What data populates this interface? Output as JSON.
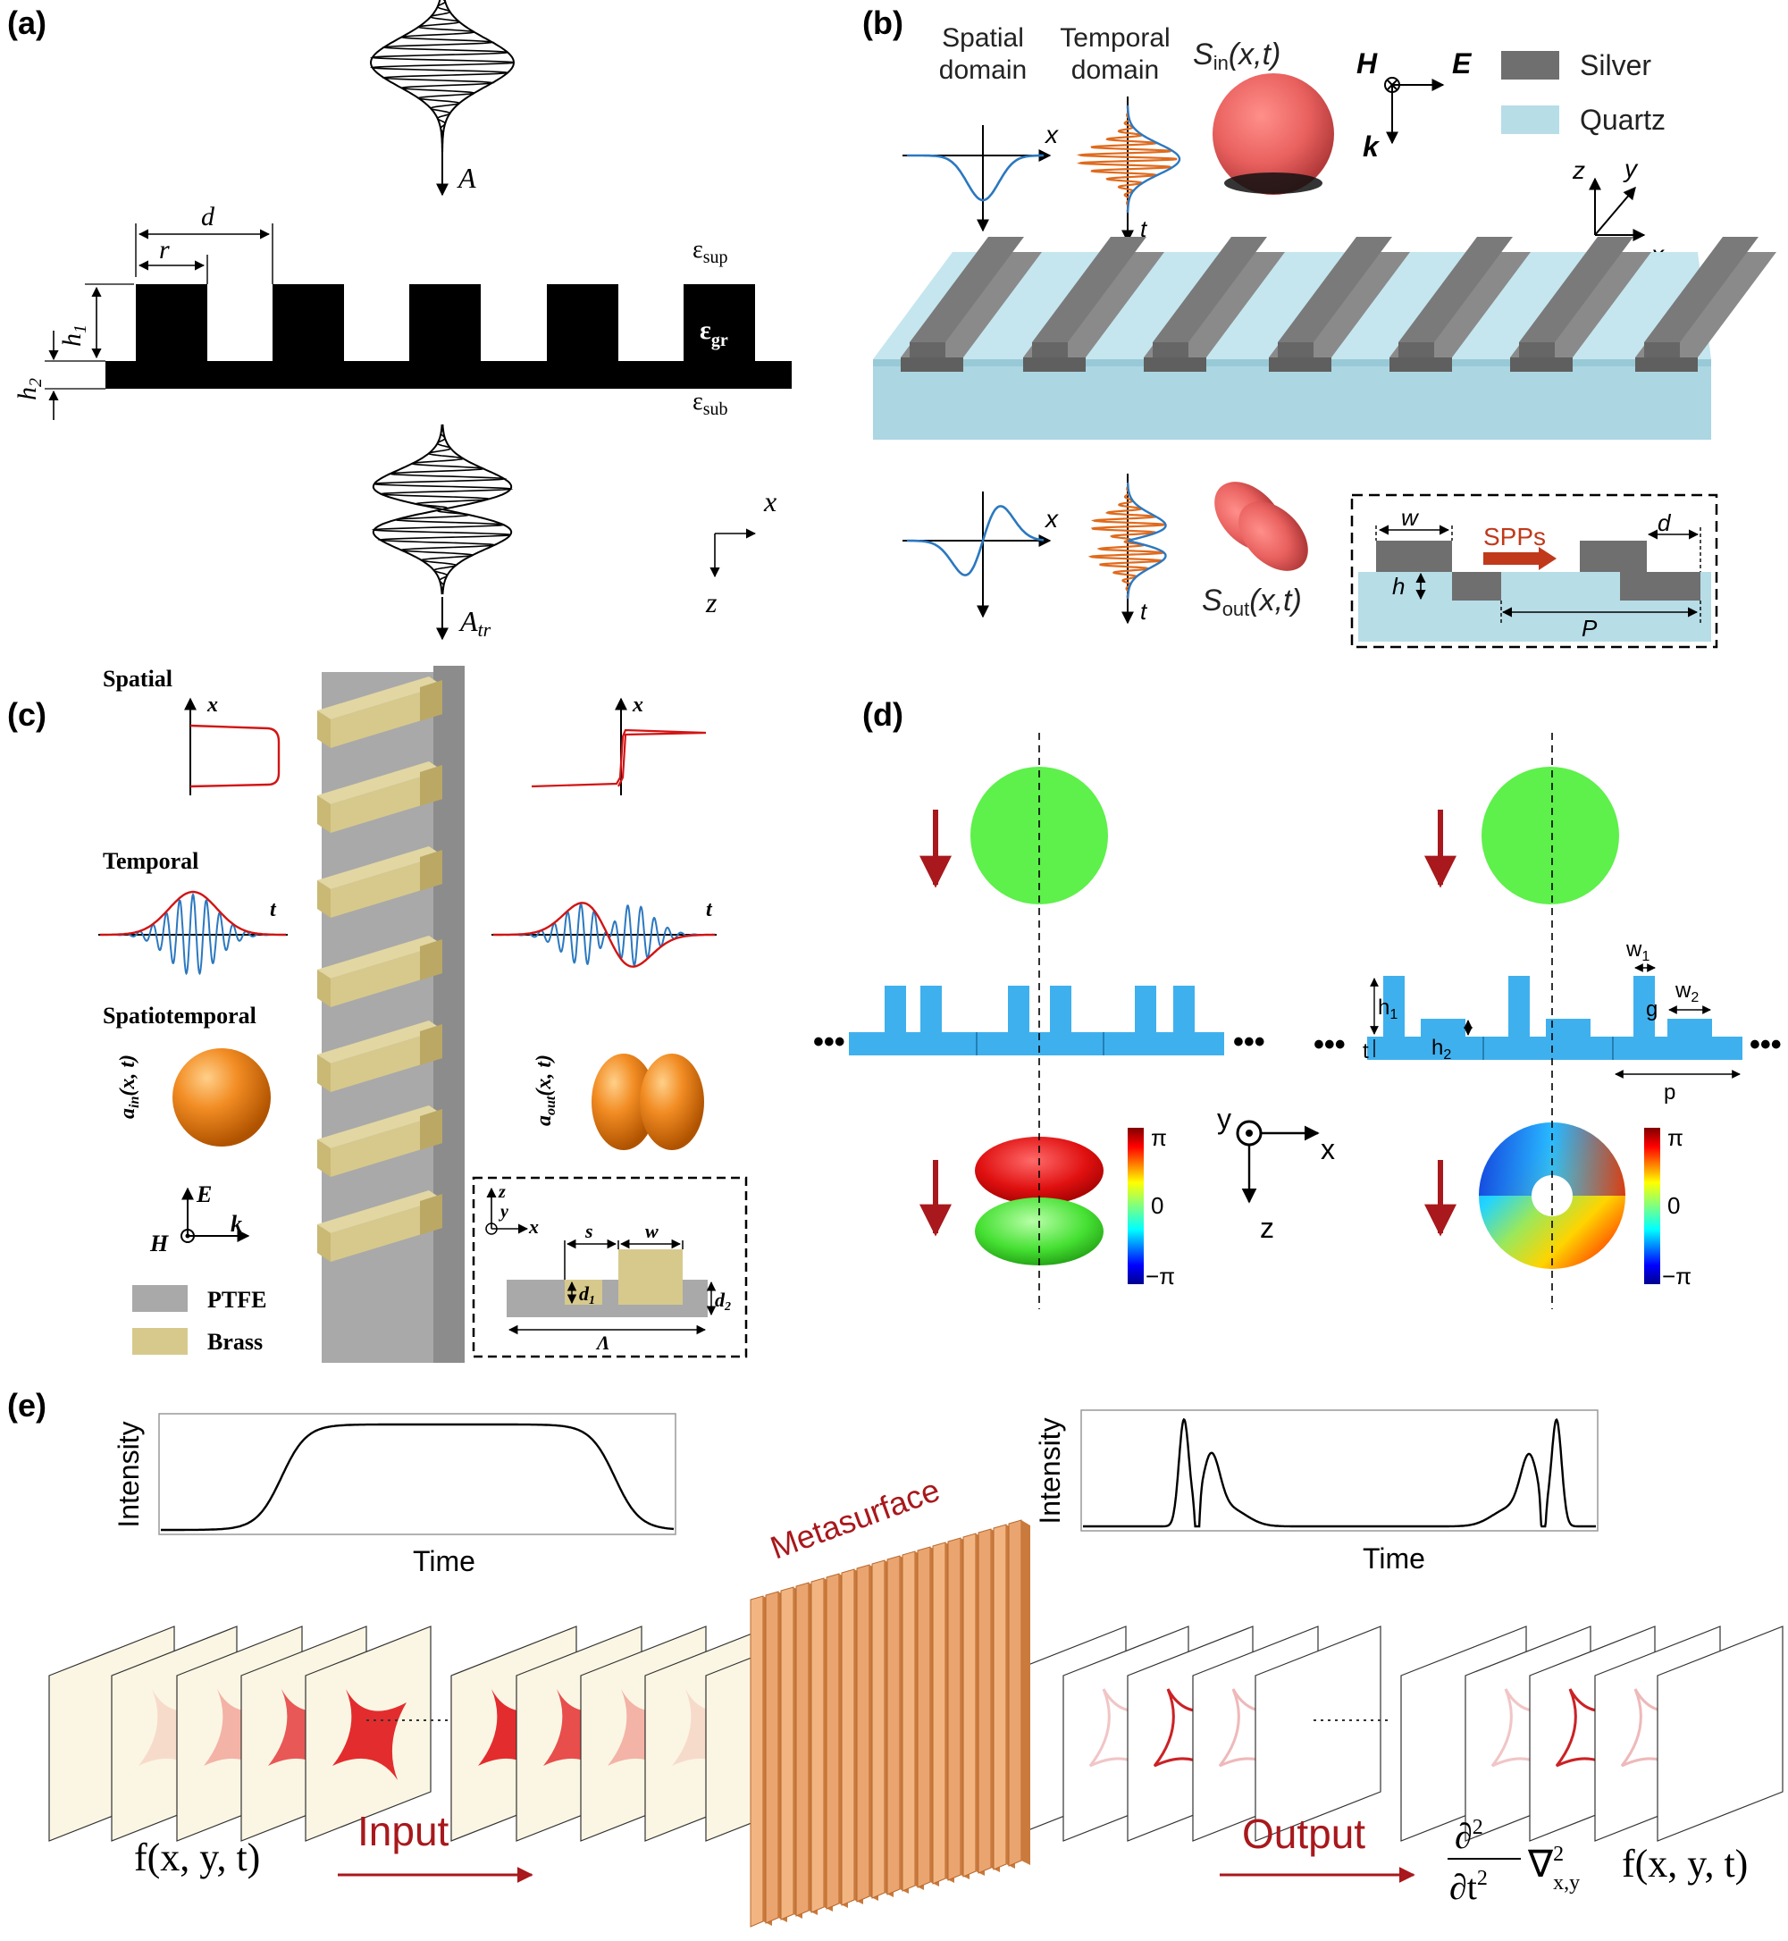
{
  "panels": {
    "a": {
      "label": "(a)",
      "pulse_in_label": "A",
      "pulse_out_label": "A",
      "pulse_out_sub": "tr",
      "dims": {
        "d": "d",
        "r": "r",
        "h1": "h",
        "h1_sub": "1",
        "h2": "h",
        "h2_sub": "2"
      },
      "media": {
        "sup": "ε",
        "sup_sub": "sup",
        "gr": "ε",
        "gr_sub": "gr",
        "sub": "ε",
        "sub_sub": "sub"
      },
      "axes": {
        "x": "x",
        "z": "z"
      }
    },
    "b": {
      "label": "(b)",
      "spatial": "Spatial",
      "domain_word": "domain",
      "temporal": "Temporal",
      "s_in": "S",
      "s_in_sub": "in",
      "s_in_args": "(x,t)",
      "s_out": "S",
      "s_out_sub": "out",
      "s_out_args": "(x,t)",
      "field": {
        "H": "H",
        "E": "E",
        "k": "k"
      },
      "legend": [
        {
          "name": "Silver",
          "color": "#6f6f6f"
        },
        {
          "name": "Quartz",
          "color": "#b7dde7"
        }
      ],
      "axes": {
        "x": "x",
        "y": "y",
        "z": "z",
        "t": "t"
      },
      "inset": {
        "w": "w",
        "spps": "SPPs",
        "d": "d",
        "h": "h",
        "P": "P"
      }
    },
    "c": {
      "label": "(c)",
      "spatial": "Spatial",
      "temporal": "Temporal",
      "spatiotemporal": "Spatiotemporal",
      "axes": {
        "x": "x",
        "t": "t",
        "y": "y",
        "z": "z"
      },
      "a_in": "a",
      "a_in_sub": "in",
      "a_in_args": "(x, t)",
      "a_out": "a",
      "a_out_sub": "out",
      "a_out_args": "(x, t)",
      "field": {
        "E": "E",
        "H": "H",
        "k": "k"
      },
      "legend": [
        {
          "name": "PTFE",
          "color": "#a9a9a9"
        },
        {
          "name": "Brass",
          "color": "#d7c98c"
        }
      ],
      "inset": {
        "s": "s",
        "w": "w",
        "d1": "d",
        "d1_sub": "1",
        "d2": "d",
        "d2_sub": "2",
        "lam": "Λ"
      }
    },
    "d": {
      "label": "(d)",
      "colorbar_ticks": [
        "π",
        "0",
        "−π"
      ],
      "dims": {
        "h1": "h",
        "h1_sub": "1",
        "h2": "h",
        "h2_sub": "2",
        "t": "t",
        "w1": "w",
        "w1_sub": "1",
        "w2": "w",
        "w2_sub": "2",
        "g": "g",
        "p": "p"
      },
      "axes": {
        "x": "x",
        "y": "y",
        "z": "z"
      },
      "dots": "•••"
    },
    "e": {
      "label": "(e)",
      "intensity": "Intensity",
      "time": "Time",
      "metasurface": "Metasurface",
      "input": "Input",
      "output": "Output",
      "f_in": "f(x, y, t)",
      "f_out": "f(x, y, t)",
      "op_num": "∂",
      "op_num_sup": "2",
      "op_den": "∂t",
      "op_den_sup": "2",
      "nabla": "∇",
      "nabla_sup": "2",
      "nabla_sub": "x,y"
    }
  },
  "colors": {
    "accent_red": "#a8181c",
    "sphere_salmon": "#e9615f",
    "sphere_orange": "#e07a1e",
    "green": "#5ef04b",
    "blue_struct": "#3fb0ee",
    "orange_wave": "#e06a1c",
    "blue_wave": "#2b78c0"
  }
}
